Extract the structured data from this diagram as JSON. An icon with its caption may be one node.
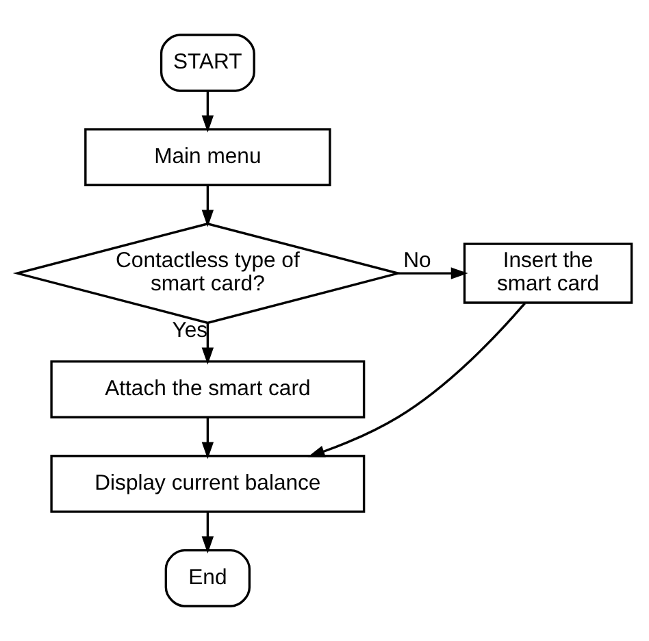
{
  "diagram": {
    "nodes": [
      {
        "text": [
          "START"
        ]
      },
      {
        "text": [
          "Main menu"
        ]
      },
      {
        "text": [
          "Contactless type of smart card?"
        ]
      },
      {
        "text": [
          "Insert the smart card"
        ]
      },
      {
        "text": [
          "Attach the smart card"
        ]
      },
      {
        "text": [
          "Display current balance"
        ]
      },
      {
        "text": [
          "End"
        ]
      }
    ],
    "edges": [
      {
        "from": 0,
        "to": 1,
        "arrow": "to"
      },
      {
        "from": 1,
        "to": 2,
        "arrow": "to"
      },
      {
        "from": 2,
        "to": 3,
        "arrow": "to",
        "label": "No"
      },
      {
        "from": 2,
        "to": 4,
        "arrow": "to",
        "label": "Yes"
      },
      {
        "from": 4,
        "to": 5,
        "arrow": "to"
      },
      {
        "from": 3,
        "to": 5,
        "arrow": "to"
      },
      {
        "from": 5,
        "to": 6,
        "arrow": "to"
      }
    ]
  }
}
